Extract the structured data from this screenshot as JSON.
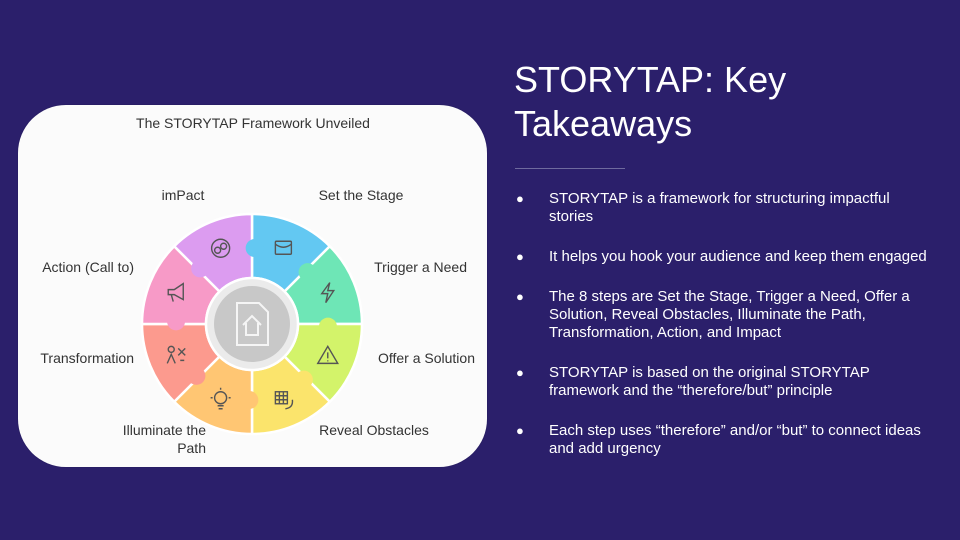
{
  "slide": {
    "title": "STORYTAP: Key Takeaways",
    "bullets": [
      "STORYTAP is a framework for structuring impactful stories",
      "It helps you hook your audience and keep them engaged",
      "The 8 steps are Set the Stage, Trigger a Need, Offer a Solution, Reveal Obstacles, Illuminate the Path, Transformation, Action, and Impact",
      "STORYTAP is based on the original STORYTAP framework and the “therefore/but” principle",
      "Each step uses “therefore” and/or “but” to connect ideas and add urgency"
    ],
    "bullet_marker": "●"
  },
  "diagram": {
    "title": "The STORYTAP Framework Unveiled",
    "segments": [
      {
        "label_lines": [
          "Set the Stage"
        ],
        "color": "#63c8f2",
        "icon": "stage-icon"
      },
      {
        "label_lines": [
          "Trigger a Need"
        ],
        "color": "#6ee6b6",
        "icon": "lightning-icon"
      },
      {
        "label_lines": [
          "Offer a Solution"
        ],
        "color": "#d3f36a",
        "icon": "warning-icon"
      },
      {
        "label_lines": [
          "Reveal Obstacles"
        ],
        "color": "#fbe46c",
        "icon": "grid-leaf-icon"
      },
      {
        "label_lines": [
          "Illuminate the",
          "Path"
        ],
        "color": "#ffc673",
        "icon": "lightbulb-icon"
      },
      {
        "label_lines": [
          "Transformation"
        ],
        "color": "#fc9a8e",
        "icon": "transform-icon"
      },
      {
        "label_lines": [
          "Action (Call to)"
        ],
        "color": "#f79ac7",
        "icon": "megaphone-icon"
      },
      {
        "label_lines": [
          "imPact"
        ],
        "color": "#dc9cf0",
        "icon": "impact-icon"
      }
    ],
    "center_icon": "document-home-icon",
    "colors": {
      "center_ring": "#ebebeb",
      "center": "#c8c8c8",
      "icon_stroke": "#555555"
    }
  }
}
